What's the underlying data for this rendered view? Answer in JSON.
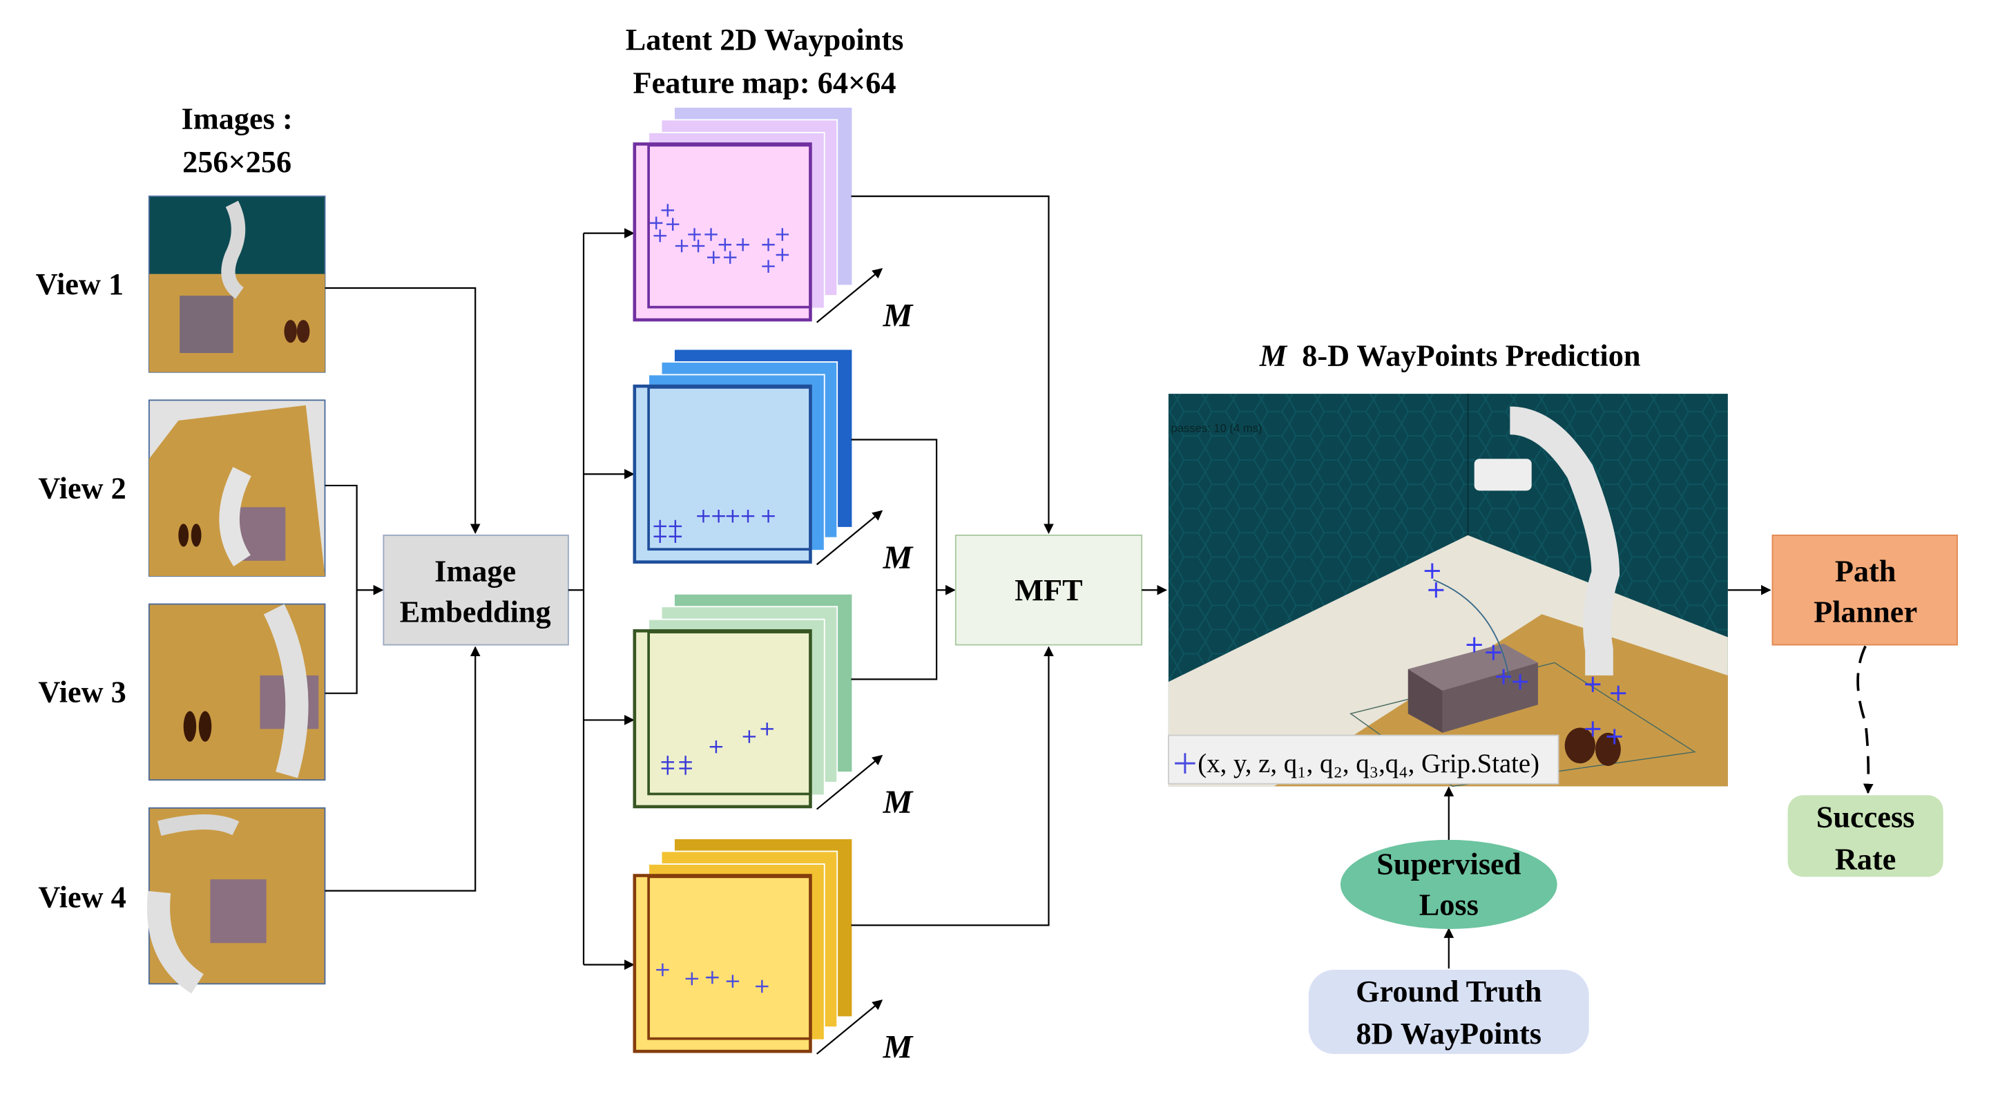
{
  "images_title": {
    "line1": "Images :",
    "line2": "256×256"
  },
  "views": [
    {
      "label": "View 1"
    },
    {
      "label": "View 2"
    },
    {
      "label": "View 3"
    },
    {
      "label": "View 4"
    }
  ],
  "embedding": {
    "line1": "Image",
    "line2": "Embedding"
  },
  "latent_title": {
    "line1": "Latent 2D Waypoints",
    "line2": "Feature map: 64×64"
  },
  "stack_multiplier": "M",
  "stacks": [
    {
      "colors": {
        "back": "#c8c4f6",
        "mid": "#e6c8fa",
        "front": "#ffd4fa",
        "border": "#7030a0"
      },
      "cross_color": "#4a4ae0"
    },
    {
      "colors": {
        "back": "#1f62c8",
        "mid": "#4aa0f0",
        "front": "#bcdcf6",
        "border": "#1f4e9a"
      },
      "cross_color": "#3a3ad8"
    },
    {
      "colors": {
        "back": "#8cc8a0",
        "mid": "#bfe2c4",
        "front": "#eef0cc",
        "border": "#375623"
      },
      "cross_color": "#3a3ad8"
    },
    {
      "colors": {
        "back": "#d6a418",
        "mid": "#f2c232",
        "front": "#ffe070",
        "border": "#843c0c"
      },
      "cross_color": "#4a4ae0"
    }
  ],
  "mft": {
    "label": "MFT"
  },
  "prediction": {
    "title_m": "M",
    "title_rest": "8-D WayPoints Prediction",
    "overlay_text": "passes: 10 (4 ms)",
    "legend": "(x, y, z, q₁, q₂, q₃,q₄, Grip.State)"
  },
  "supervised_loss": {
    "line1": "Supervised",
    "line2": "Loss"
  },
  "ground_truth": {
    "line1": "Ground Truth",
    "line2": "8D WayPoints"
  },
  "path_planner": {
    "line1": "Path",
    "line2": "Planner"
  },
  "success_rate": {
    "line1": "Success",
    "line2": "Rate"
  },
  "colors": {
    "embedding_fill": "#dcdcdc",
    "mft_fill": "#eef4ea",
    "path_planner_fill": "#f4aa7a",
    "success_fill": "#c8e4b8",
    "loss_fill": "#6cc4a0",
    "ground_truth_fill": "#d8e0f4",
    "wall": "#0b4650",
    "floor_wood": "#c89a48"
  }
}
